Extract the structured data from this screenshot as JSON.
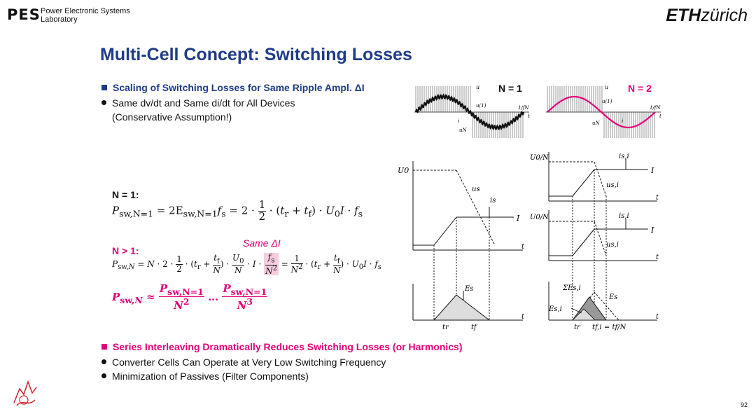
{
  "header": {
    "lab_logo": "PES",
    "lab_name_line1": "Power Electronic Systems",
    "lab_name_line2": "Laboratory",
    "eth_bold": "ETH",
    "eth_rest": "zürich"
  },
  "slide": {
    "title": "Multi-Cell Concept: Switching Losses",
    "section1": {
      "heading": "Scaling of Switching Losses for Same Ripple Ampl. ΔI",
      "bullet_line1": "Same dv/dt and Same di/dt for All Devices",
      "bullet_line2": "(Conservative Assumption!)"
    },
    "eq1": {
      "label": "N = 1:"
    },
    "eq2": {
      "label": "N > 1:",
      "same_label": "Same ΔI"
    },
    "section2": {
      "heading": "Series Interleaving Dramatically Reduces Switching Losses (or Harmonics)",
      "bullets": [
        "Converter Cells Can Operate at Very Low Switching Frequency",
        "Minimization of Passives (Filter Components)"
      ]
    },
    "page_number": "92"
  },
  "figures": {
    "n1_label": "N = 1",
    "n2_label": "N = 2",
    "wave_u": "u",
    "wave_u1": "u(1)",
    "wave_i": "i",
    "wave_uN": "uN",
    "wave_period": "1/fN",
    "wave_t": "t",
    "sw_U0": "U0",
    "sw_us": "us",
    "sw_is": "is",
    "sw_I": "I",
    "sw_t": "t",
    "sw_Es": "Es",
    "sw_tr": "tr",
    "sw_tf": "tf",
    "r_U0N": "U0/N",
    "r_isi": "is,i",
    "r_usi": "us,i",
    "r_sumEsi": "ΣEs,i",
    "r_Esi": "Es,i",
    "r_tfi": "tf,i = tf/N"
  },
  "colors": {
    "title_blue": "#1f3c88",
    "accent_pink": "#e2007a",
    "highlight": "#f6cde0"
  }
}
